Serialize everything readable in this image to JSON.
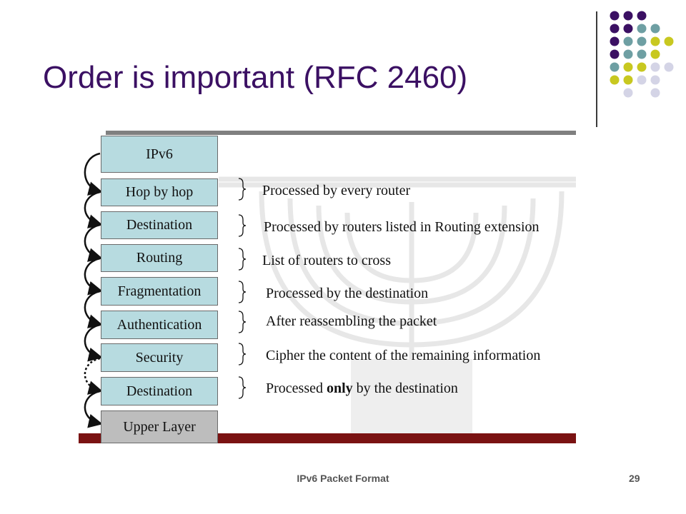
{
  "slide": {
    "title": "Order is important (RFC 2460)",
    "footer": "IPv6 Packet Format",
    "page_number": "29"
  },
  "headers": [
    {
      "label": "IPv6"
    },
    {
      "label": "Hop by hop"
    },
    {
      "label": "Destination"
    },
    {
      "label": "Routing"
    },
    {
      "label": "Fragmentation"
    },
    {
      "label": "Authentication"
    },
    {
      "label": "Security"
    },
    {
      "label": "Destination"
    },
    {
      "label": "Upper Layer"
    }
  ],
  "descriptions": [
    {
      "pre": "Processed by every router",
      "bold": "",
      "post": ""
    },
    {
      "pre": "Processed by routers listed in Routing extension",
      "bold": "",
      "post": ""
    },
    {
      "pre": "List of routers to cross",
      "bold": "",
      "post": ""
    },
    {
      "pre": "Processed by the destination",
      "bold": "",
      "post": ""
    },
    {
      "pre": "After reassembling the packet",
      "bold": "",
      "post": ""
    },
    {
      "pre": "Cipher the content of the remaining information",
      "bold": "",
      "post": ""
    },
    {
      "pre": "Processed ",
      "bold": "only",
      "post": " by the destination"
    }
  ],
  "colors": {
    "title": "#3b1063",
    "header_fill": "#b7dbe0",
    "upper_layer_fill": "#bdbdbd",
    "bottom_bar": "#7a1212",
    "dot_purple": "#3b1063",
    "dot_teal": "#6e9fa3",
    "dot_yellow": "#c8c820",
    "dot_lavender": "#d4d4e6"
  }
}
